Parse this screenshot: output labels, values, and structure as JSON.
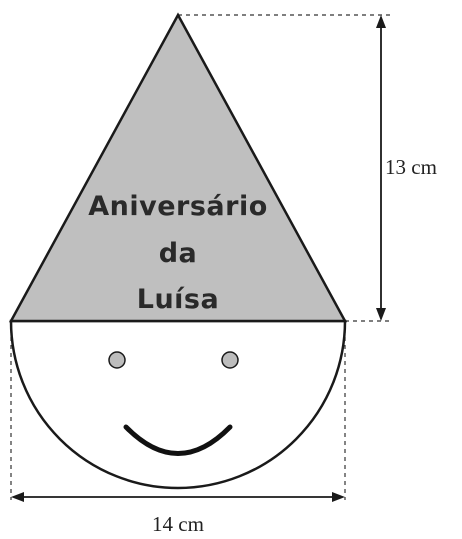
{
  "hat": {
    "line1": "Aniversário",
    "line2": "da",
    "line3": "Luísa"
  },
  "dimensions": {
    "height_label": "13 cm",
    "width_label": "14 cm"
  },
  "colors": {
    "hat_fill": "#bfbfbf",
    "outline": "#1a1a1a",
    "eye_fill": "#bdbdbd"
  }
}
